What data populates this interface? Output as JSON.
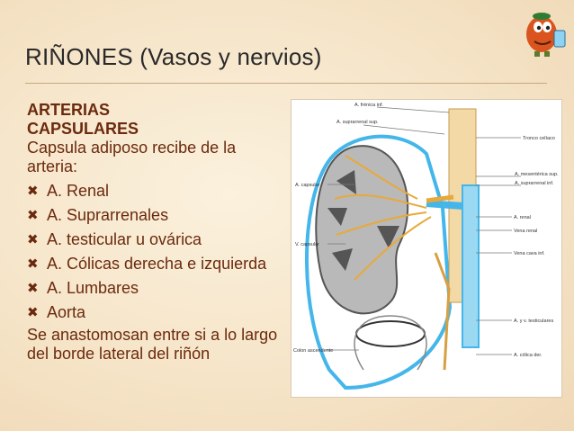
{
  "slide": {
    "title": "RIÑONES (Vasos y nervios)",
    "heading_line1": "ARTERIAS",
    "heading_line2": "CAPSULARES",
    "intro": "Capsula adiposo recibe de la arteria:",
    "bullets": [
      {
        "text": "A. Renal"
      },
      {
        "text": "A. Suprarrenales"
      },
      {
        "text": "A. testicular u ovárica"
      },
      {
        "text": "A. Cólicas derecha e izquierda"
      },
      {
        "text": "A. Lumbares"
      },
      {
        "text": "Aorta"
      }
    ],
    "closing": "Se anastomosan entre si a lo largo del borde lateral del riñón"
  },
  "figure": {
    "labels": {
      "l1": "A. frénica inf.",
      "l2": "A. suprarrenal sup.",
      "l3": "Tronco celíaco",
      "l4": "A. mesentérica sup.",
      "l5": "A. suprarrenal inf.",
      "l6": "A. capsular",
      "l7": "A. renal",
      "l8": "Vena renal",
      "l9": "V. capsular",
      "l10": "Vena cava inf.",
      "l11": "A. y v. testiculares",
      "l12": "Colon ascendente",
      "l13": "A. cólica der."
    }
  },
  "colors": {
    "text": "#6b2a0e",
    "title": "#2a2a2a",
    "vein": "#44b6ea",
    "artery": "#e8a93a"
  }
}
